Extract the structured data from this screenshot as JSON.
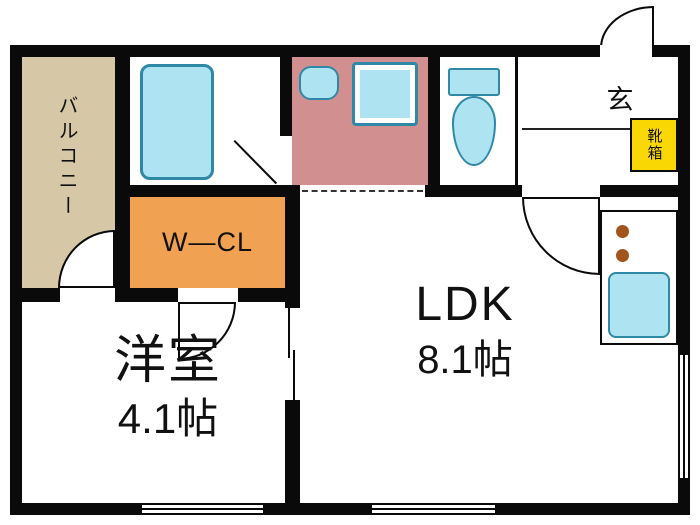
{
  "floor_plan": {
    "balcony_label": "バルコニー",
    "entrance_label": "玄",
    "shoe_box_label": "靴箱",
    "closet_label": "W―CL",
    "ldk_label": "LDK",
    "ldk_size": "8.1帖",
    "western_room_label": "洋室",
    "western_room_size": "4.1帖"
  },
  "colors": {
    "wall": "#0a0a0a",
    "background": "#ffffff",
    "balcony_fill": "#d6c8a6",
    "washroom_fill": "#d28f8f",
    "closet_fill": "#f1a152",
    "shoe_box_fill": "#f8d703",
    "fixture_fill": "#aee4f2",
    "fixture_border": "#2f89a6",
    "burner": "#a2541d"
  }
}
